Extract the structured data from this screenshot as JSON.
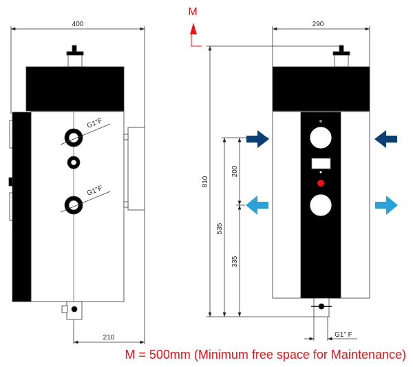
{
  "dimensions": {
    "width_side": "400",
    "width_front": "290",
    "height_total": "810",
    "height_inlet": "535",
    "inlet_outlet_gap": "200",
    "height_outlet": "335",
    "depth_outlet": "210"
  },
  "labels": {
    "port_upper": "G1\"F",
    "port_lower": "G1\"F",
    "drain": "G1\" F",
    "maintenance_marker": "M"
  },
  "caption": "M = 500mm (Minimum free space for Maintenance)",
  "colors": {
    "accent_red": "#e8141c",
    "arrow_inlet": "#0b3f73",
    "arrow_outlet": "#2ba1d9"
  }
}
